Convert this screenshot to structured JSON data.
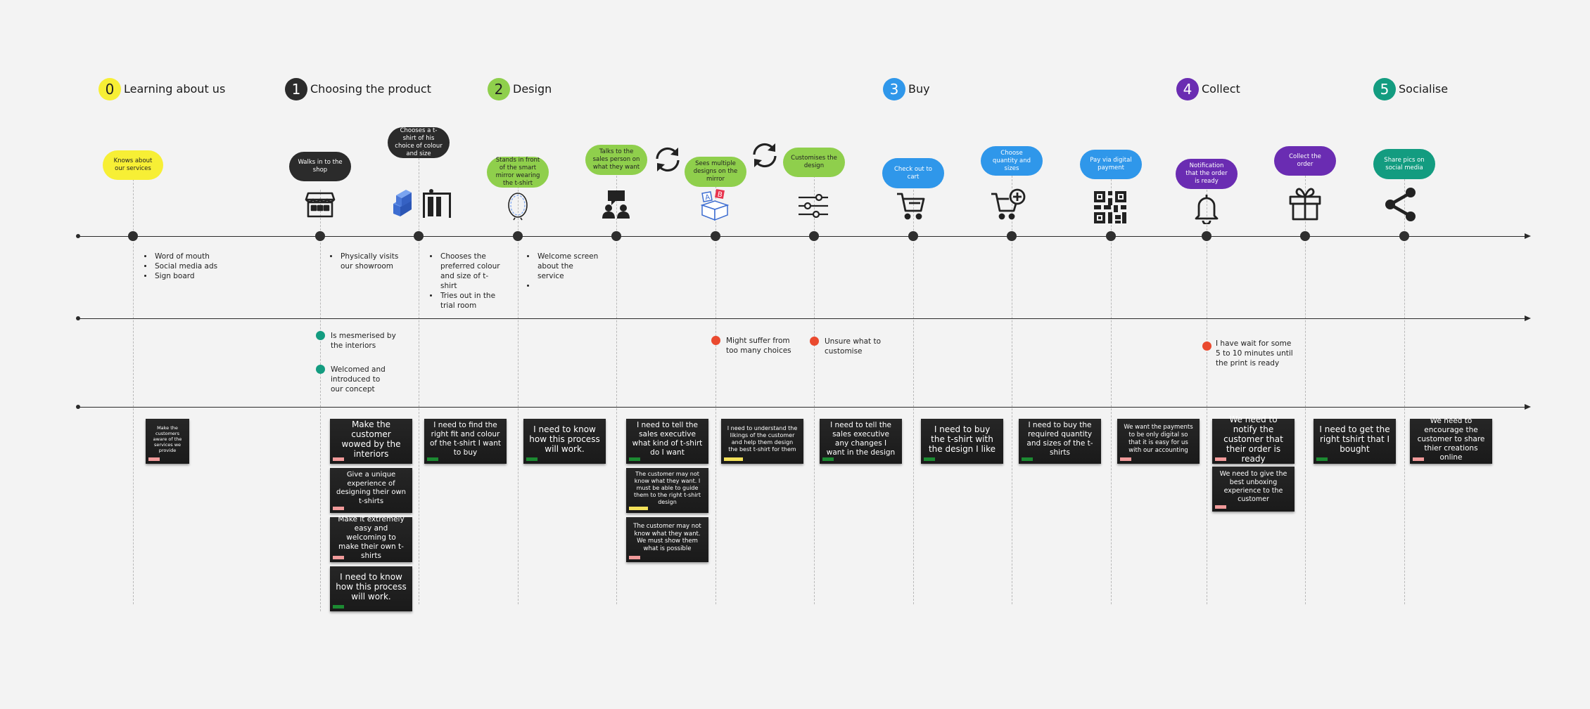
{
  "stages": [
    {
      "num": "0",
      "label": "Learning about us",
      "color": "#f7ef35"
    },
    {
      "num": "1",
      "label": "Choosing the product",
      "color": "#2b2b2b"
    },
    {
      "num": "2",
      "label": "Design",
      "color": "#8fcf4c"
    },
    {
      "num": "3",
      "label": "Buy",
      "color": "#2f97ea"
    },
    {
      "num": "4",
      "label": "Collect",
      "color": "#6a2cb2"
    },
    {
      "num": "5",
      "label": "Socialise",
      "color": "#139c80"
    }
  ],
  "touchpoints": [
    {
      "text": "Knows about our services",
      "icon": "none"
    },
    {
      "text": "Walks in to the shop",
      "icon": "shop-icon"
    },
    {
      "text": "Chooses a t-shirt of his choice of colour and size",
      "icon": "clothes-rack-icon"
    },
    {
      "text": "Stands in front of the smart mirror wearing the t-shirt",
      "icon": "mirror-icon"
    },
    {
      "text": "Talks to the sales person on what they want",
      "icon": "conversation-icon"
    },
    {
      "text": "Sees multiple designs on the mirror",
      "icon": "choice-box-icon"
    },
    {
      "text": "Customises the design",
      "icon": "sliders-icon"
    },
    {
      "text": "Check out to cart",
      "icon": "cart-icon"
    },
    {
      "text": "Choose quantity and sizes",
      "icon": "cart-add-icon"
    },
    {
      "text": "Pay via digital payment",
      "icon": "qr-code-icon"
    },
    {
      "text": "Notification that the order is ready",
      "icon": "bell-icon"
    },
    {
      "text": "Collect the order",
      "icon": "gift-icon"
    },
    {
      "text": "Share pics on social media",
      "icon": "share-icon"
    }
  ],
  "actions": {
    "learning": [
      "Word of mouth",
      "Social media ads",
      "Sign board"
    ],
    "visit": [
      "Physically visits our showroom"
    ],
    "choose": [
      "Chooses the preferred colour and size of t-shirt",
      "Tries out in the trial room"
    ],
    "mirror": [
      "Welcome screen about the service",
      ""
    ]
  },
  "emotions": [
    {
      "text": "Is mesmerised by the interiors",
      "color": "#139c80"
    },
    {
      "text": "Welcomed and introduced to our concept",
      "color": "#139c80"
    },
    {
      "text": "Might suffer from too many choices",
      "color": "#ea4a2f"
    },
    {
      "text": "Unsure what to customise",
      "color": "#ea4a2f"
    },
    {
      "text": "I have wait for some 5 to 10 minutes until the print is ready",
      "color": "#ea4a2f"
    }
  ],
  "stickies": [
    {
      "text": "Make the customers aware of the services we provide",
      "tag": "red"
    },
    {
      "text": "Make the customer wowed by the interiors",
      "tag": "red"
    },
    {
      "text": "Give a unique experience of designing their own t-shirts",
      "tag": "red"
    },
    {
      "text": "Make it extremely easy and welcoming to make their own t-shirts",
      "tag": "red"
    },
    {
      "text": "I need to know how this process will work.",
      "tag": "green"
    },
    {
      "text": "I need to find the right fit and colour of the t-shirt I want to buy",
      "tag": "green"
    },
    {
      "text": "I need to know how this process will work.",
      "tag": "green"
    },
    {
      "text": "I need to tell the sales executive what kind of t-shirt do I want",
      "tag": "green"
    },
    {
      "text": "The customer may not know what they want. I must be able to guide them to the right t-shirt design",
      "tag": "yellow"
    },
    {
      "text": "The customer may not know what they want. We must show them what is possible",
      "tag": "red"
    },
    {
      "text": "I need to understand the likings of the customer and help them design the best t-shirt for them",
      "tag": "yellow"
    },
    {
      "text": "I need to tell the sales executive any changes I want in the design",
      "tag": "green"
    },
    {
      "text": "I need to buy the t-shirt with the design I like",
      "tag": "green"
    },
    {
      "text": "I need to buy the required quantity and sizes of the t-shirts",
      "tag": "green"
    },
    {
      "text": "We want the payments to be only digital so that it is easy for us with our accounting",
      "tag": "red"
    },
    {
      "text": "We need to notify the customer that their order is ready",
      "tag": "red"
    },
    {
      "text": "We need to give the best unboxing experience to the customer",
      "tag": "red"
    },
    {
      "text": "I need to get the right tshirt that I bought",
      "tag": "green"
    },
    {
      "text": "We need to encourage the customer to share thier creations online",
      "tag": "red"
    }
  ]
}
